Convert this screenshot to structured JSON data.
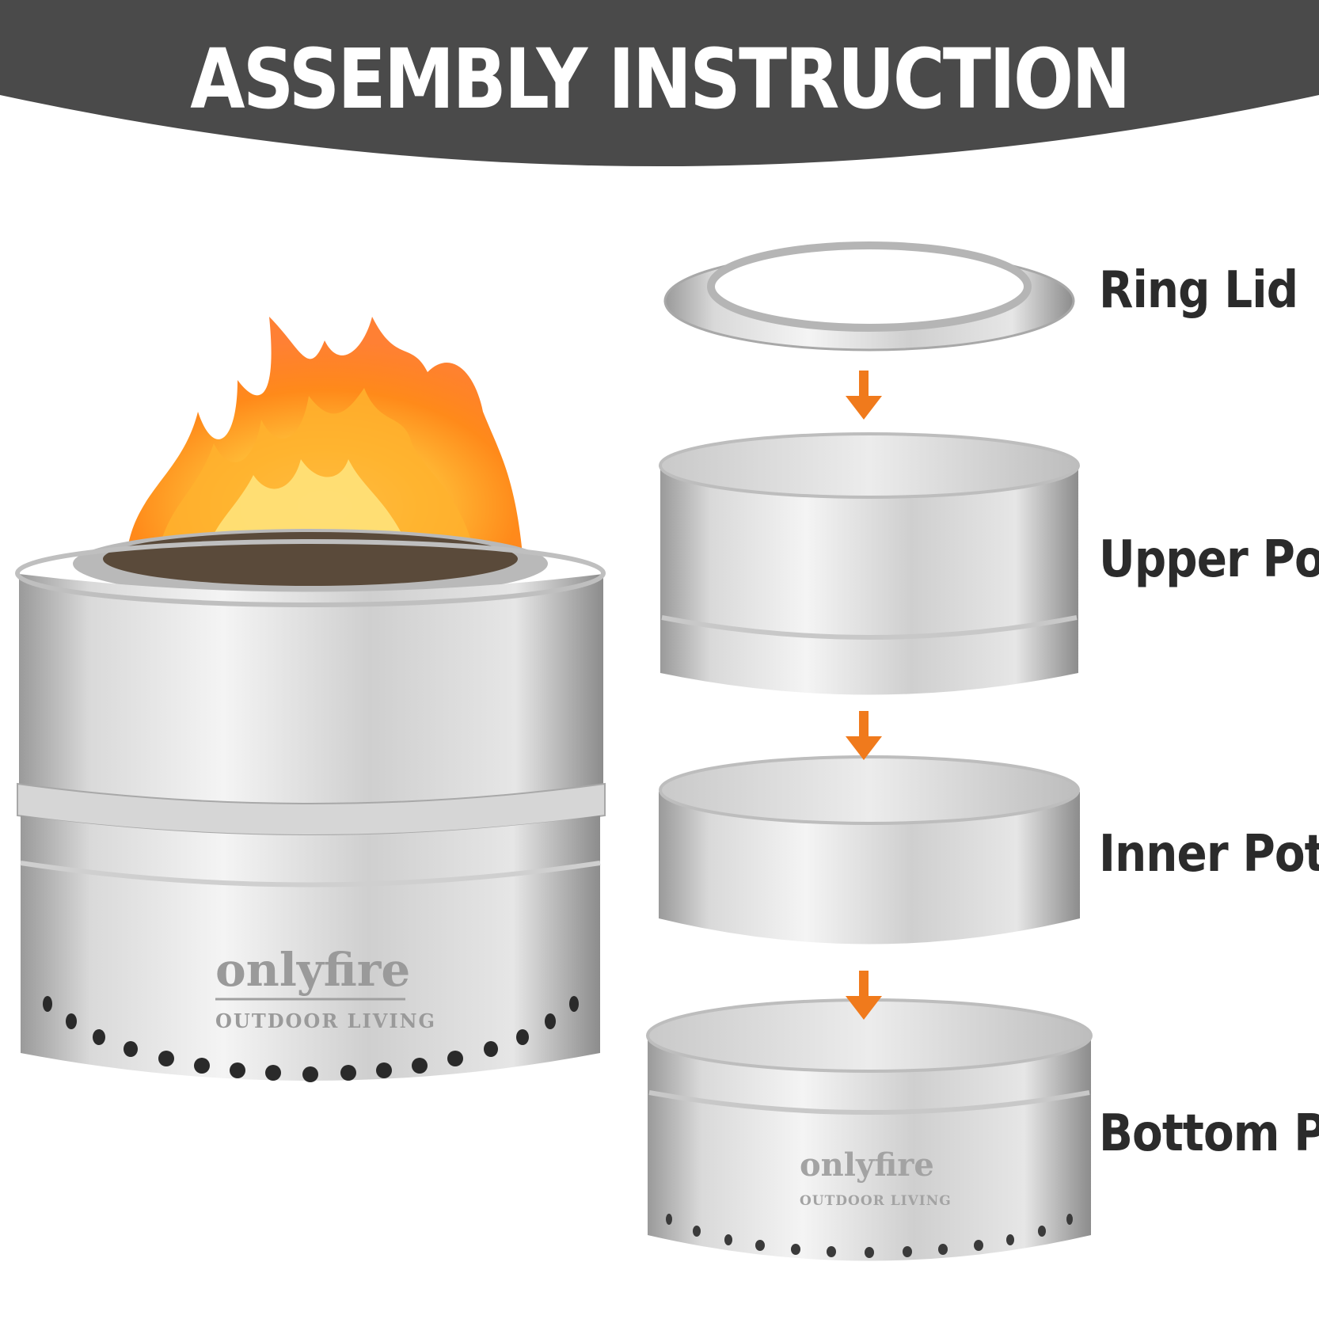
{
  "header": {
    "title": "ASSEMBLY INSTRUCTION"
  },
  "brand": {
    "logo_text": "onlyfire",
    "tagline": "OUTDOOR LIVING"
  },
  "parts": [
    {
      "label": "Ring Lid"
    },
    {
      "label": "Upper Pot"
    },
    {
      "label": "Inner Pot"
    },
    {
      "label": "Bottom Pot"
    }
  ],
  "colors": {
    "header_bg": "#4a4a4a",
    "arrow": "#f07a1c",
    "label_text": "#2b2b2b",
    "steel_light": "#e8e8e8",
    "steel_dark": "#8f8f8f",
    "flame": "#ff8a1a"
  }
}
